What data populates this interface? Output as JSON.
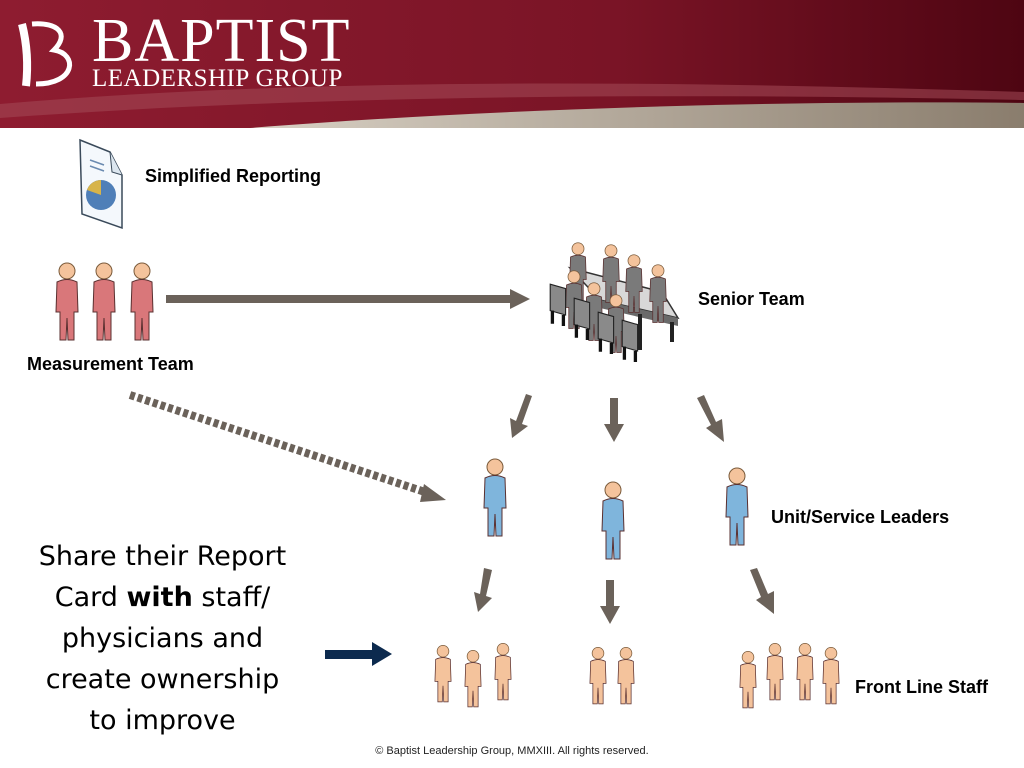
{
  "header": {
    "brand_name": "BAPTIST",
    "brand_sub": "LEADERSHIP GROUP",
    "colors": {
      "banner_dark": "#5a0716",
      "banner_mid": "#8c1b2e",
      "swoosh": "#8a7d6d"
    }
  },
  "labels": {
    "reporting": "Simplified Reporting",
    "senior_team": "Senior Team",
    "measurement_team": "Measurement Team",
    "unit_leaders": "Unit/Service Leaders",
    "front_line": "Front Line Staff"
  },
  "callout": {
    "before": "Share their Report Card ",
    "bold": "with",
    "after": " staff/ physicians and create ownership to improve"
  },
  "footer": {
    "copyright": "© Baptist Leadership Group, MMXIII.  All rights reserved."
  },
  "icons": {
    "report": "report-document-icon",
    "measurement": "measurement-team-people-icon",
    "senior": "senior-team-meeting-table-icon",
    "leader": "leader-person-icon",
    "staff": "front-line-staff-people-icon"
  },
  "colors": {
    "arrow_gray": "#6b625a",
    "arrow_navy": "#0c2a4e",
    "person_red": "#d9777a",
    "person_blue": "#7fb5dc",
    "person_skin": "#f4c39c"
  }
}
